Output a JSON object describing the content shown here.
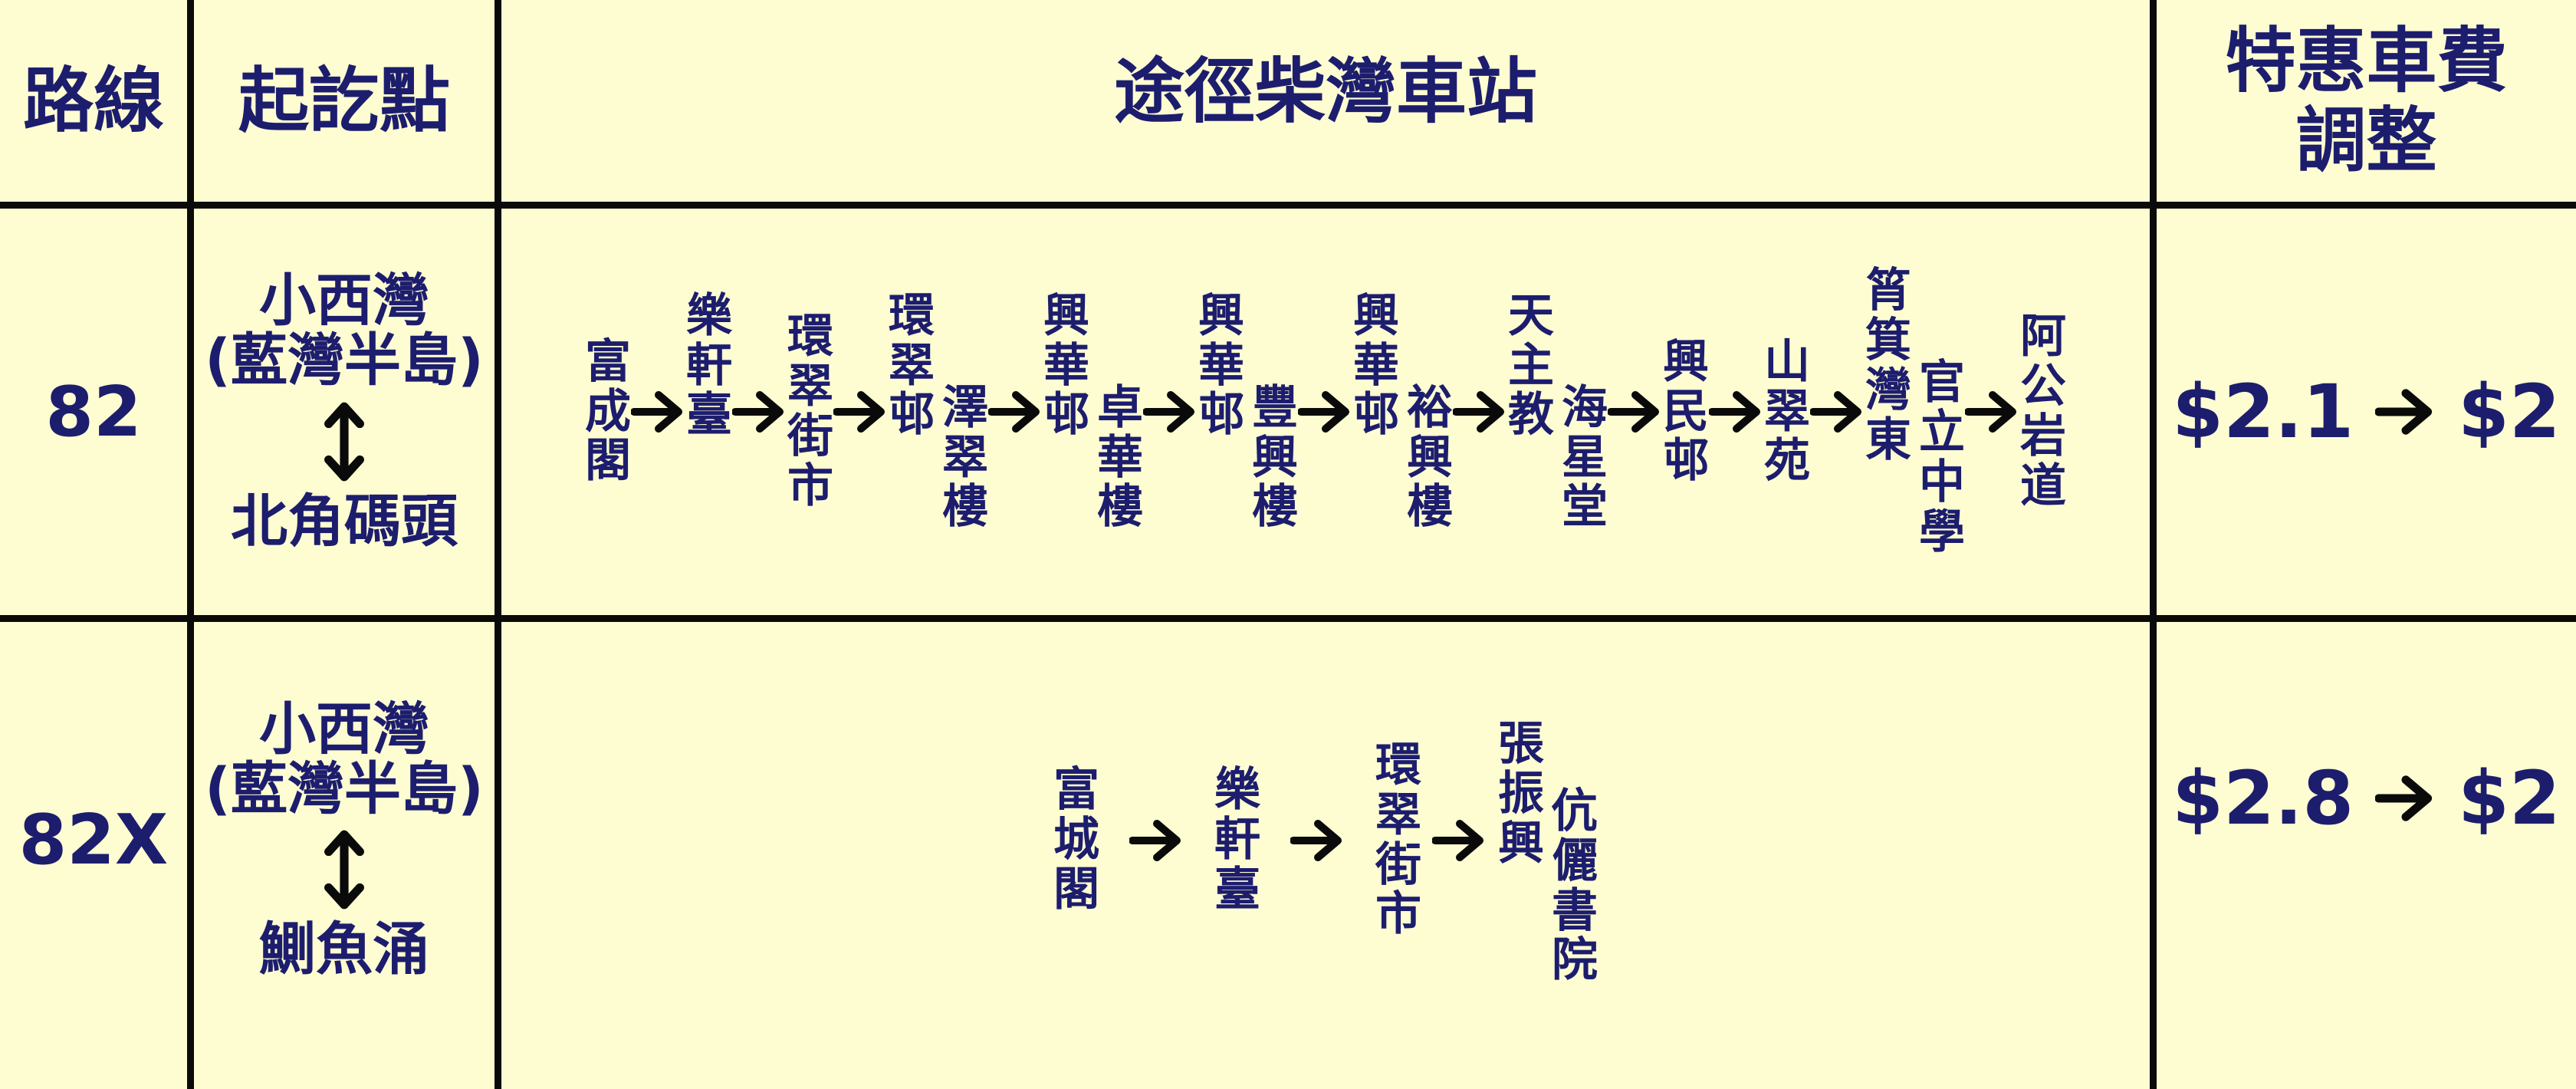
{
  "header": {
    "route": "路線",
    "origin_destination": "起訖點",
    "stops": "途徑柴灣車站",
    "fare_line1": "特惠車費",
    "fare_line2": "調整"
  },
  "rows": [
    {
      "route": "82",
      "origin_line1": "小西灣",
      "origin_line2": "(藍灣半島)",
      "destination": "北角碼頭",
      "stops": [
        "富成閣",
        "樂軒臺",
        "環翠街市",
        "環翠邨",
        "澤翠樓",
        "興華邨",
        "卓華樓",
        "興華邨",
        "豐興樓",
        "興華邨",
        "裕興樓",
        "天主教",
        "海星堂",
        "興民邨",
        "山翠苑",
        "筲箕灣東",
        "官立中學",
        "阿公岩道"
      ],
      "fare_from": "$2.1",
      "fare_to": "$2"
    },
    {
      "route": "82X",
      "origin_line1": "小西灣",
      "origin_line2": "(藍灣半島)",
      "destination": "鰂魚涌",
      "stops": [
        "富城閣",
        "樂軒臺",
        "環翠街市",
        "張振興",
        "伉儷書院"
      ],
      "fare_from": "$2.8",
      "fare_to": "$2"
    }
  ],
  "icons": {
    "arrow_right": "arrow-right-icon",
    "arrow_updown": "arrow-up-down-icon"
  },
  "colors": {
    "background": "#fefdd2",
    "text": "#1d1d6e",
    "lines": "#0a0a0a"
  }
}
